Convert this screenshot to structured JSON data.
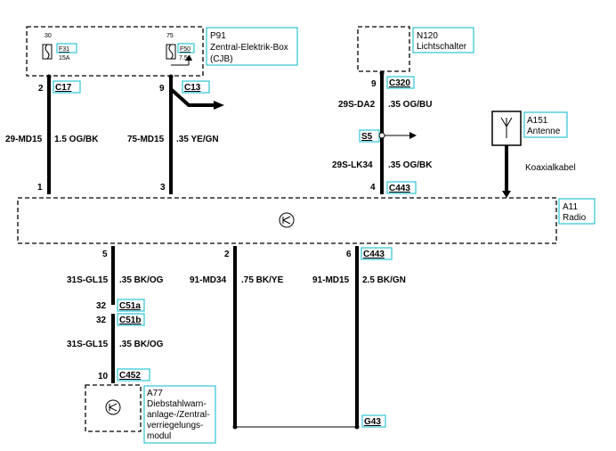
{
  "components": {
    "p91": {
      "id": "P91",
      "name_line1": "Zentral-Elektrik-Box",
      "name_line2": "(CJB)"
    },
    "n120": {
      "id": "N120",
      "name": "Lichtschalter"
    },
    "a151": {
      "id": "A151",
      "name": "Antenne"
    },
    "a11": {
      "id": "A11",
      "name": "Radio"
    },
    "a77": {
      "id": "A77",
      "name_lines": [
        "Diebstahlwarn-",
        "anlage-/Zentral-",
        "verriegelungs-",
        "modul"
      ]
    }
  },
  "fuses": {
    "f31": {
      "circuit": "30",
      "label": "F31",
      "rating": "15A"
    },
    "f50": {
      "circuit": "75",
      "label": "F50",
      "rating": "7.5A"
    }
  },
  "connectors": {
    "c17": "C17",
    "c13": "C13",
    "c320": "C320",
    "s5": "S5",
    "c443_top": "C443",
    "c443_bottom": "C443",
    "c51a": "C51a",
    "c51b": "C51b",
    "c452": "C452",
    "g43": "G43"
  },
  "pins": {
    "c17": "2",
    "c13": "9",
    "c320": "9",
    "radio_1": "1",
    "radio_3": "3",
    "radio_4": "4",
    "radio_5": "5",
    "radio_2": "2",
    "radio_6": "6",
    "c51a": "32",
    "c51b": "32",
    "c452": "10"
  },
  "wires": {
    "w1": {
      "circuit": "29-MD15",
      "spec": "1.5 OG/BK"
    },
    "w2": {
      "circuit": "75-MD15",
      "spec": ".35 YE/GN"
    },
    "w3": {
      "circuit": "29S-DA2",
      "spec": ".35 OG/BU"
    },
    "w4": {
      "circuit": "29S-LK34",
      "spec": ".35 OG/BK"
    },
    "w5": {
      "circuit": "31S-GL15",
      "spec": ".35 BK/OG"
    },
    "w6": {
      "circuit": "91-MD34",
      "spec": ".75 BK/YE"
    },
    "w7": {
      "circuit": "91-MD15",
      "spec": "2.5 BK/GN"
    },
    "w8": {
      "circuit": "31S-GL15",
      "spec": ".35 BK/OG"
    }
  },
  "coax_label": "Koaxialkabel"
}
